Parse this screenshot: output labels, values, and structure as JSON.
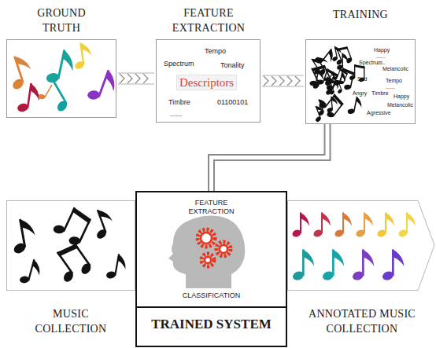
{
  "diagram": {
    "nodes": [
      {
        "text": [
          "GROUND TRUTH"
        ]
      },
      {
        "text": [
          "FEATURE EXTRACTION",
          "Tempo",
          "Spectrum",
          "Tonality",
          "Descriptors",
          "Timbre",
          "01100101",
          "......"
        ]
      },
      {
        "text": [
          "TRAINING",
          "Happy",
          "......",
          "Spectrum",
          "Melancolic",
          "......",
          "Sad",
          "Tempo",
          "......",
          "Angry",
          "Timbre",
          "Happy",
          "Melancolic",
          "Agressive"
        ]
      },
      {
        "text": [
          "MUSIC COLLECTION"
        ]
      },
      {
        "text": [
          "FEATURE EXTRACTION",
          "CLASSIFICATION",
          "TRAINED SYSTEM"
        ]
      },
      {
        "text": [
          "ANNOTATED MUSIC COLLECTION"
        ]
      }
    ],
    "edges": [
      {
        "from": 0,
        "to": 1,
        "arrow": "to"
      },
      {
        "from": 1,
        "to": 2,
        "arrow": "to"
      },
      {
        "from": 2,
        "to": 4,
        "arrow": "none"
      }
    ]
  }
}
